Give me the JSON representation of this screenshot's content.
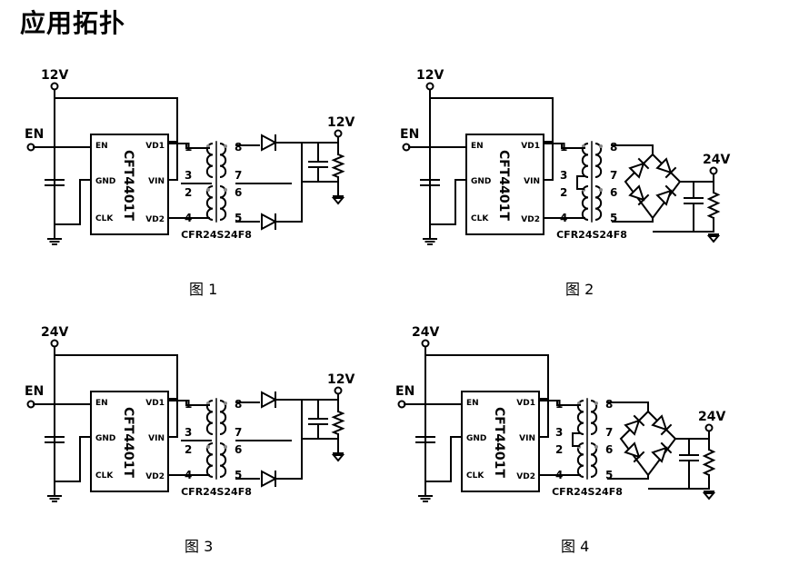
{
  "title": "应用拓扑",
  "ic": {
    "name": "CFT4401T",
    "pins": {
      "en": "EN",
      "gnd": "GND",
      "clk": "CLK",
      "vd1": "VD1",
      "vin": "VIN",
      "vd2": "VD2"
    }
  },
  "transformer": {
    "name": "CFR24S24F8",
    "pins": [
      "1",
      "2",
      "3",
      "4",
      "5",
      "6",
      "7",
      "8"
    ]
  },
  "en_label": "EN",
  "figures": [
    {
      "caption": "图 1",
      "input": "12V",
      "output": "12V",
      "bridge": false
    },
    {
      "caption": "图 2",
      "input": "12V",
      "output": "24V",
      "bridge": true
    },
    {
      "caption": "图 3",
      "input": "24V",
      "output": "12V",
      "bridge": false
    },
    {
      "caption": "图 4",
      "input": "24V",
      "output": "24V",
      "bridge": true
    }
  ]
}
